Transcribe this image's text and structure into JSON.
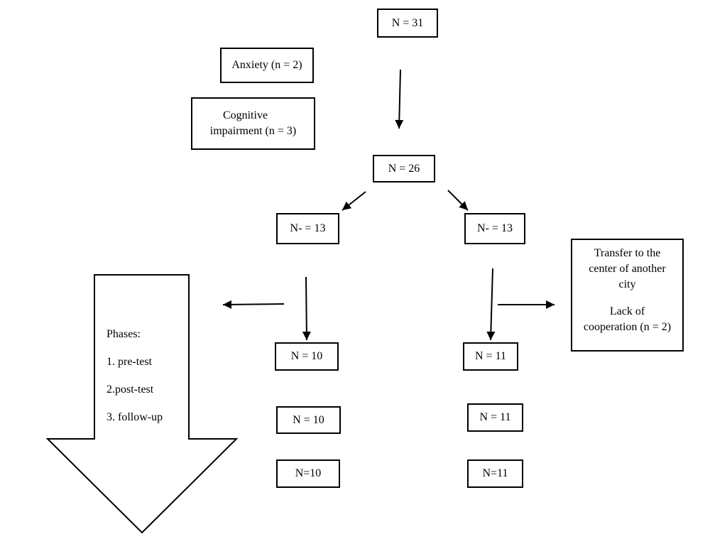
{
  "boxes": {
    "total": "N = 31",
    "anxiety": "Anxiety (n = 2)",
    "cognitive": [
      "Cognitive",
      "impairment (n = 3)"
    ],
    "remaining": "N = 26",
    "group_left": "N- = 13",
    "group_right": "N- = 13",
    "dropout": [
      "Transfer to the",
      "center of another",
      "city",
      "Lack of",
      "cooperation (n = 2)"
    ],
    "left_row1": "N = 10",
    "right_row1": "N = 11",
    "left_row2": "N = 10",
    "right_row2": "N = 11",
    "left_row3": "N=10",
    "right_row3": "N=11"
  },
  "phases": {
    "title": "Phases:",
    "items": [
      "1. pre-test",
      "2.post-test",
      "3. follow-up"
    ]
  }
}
